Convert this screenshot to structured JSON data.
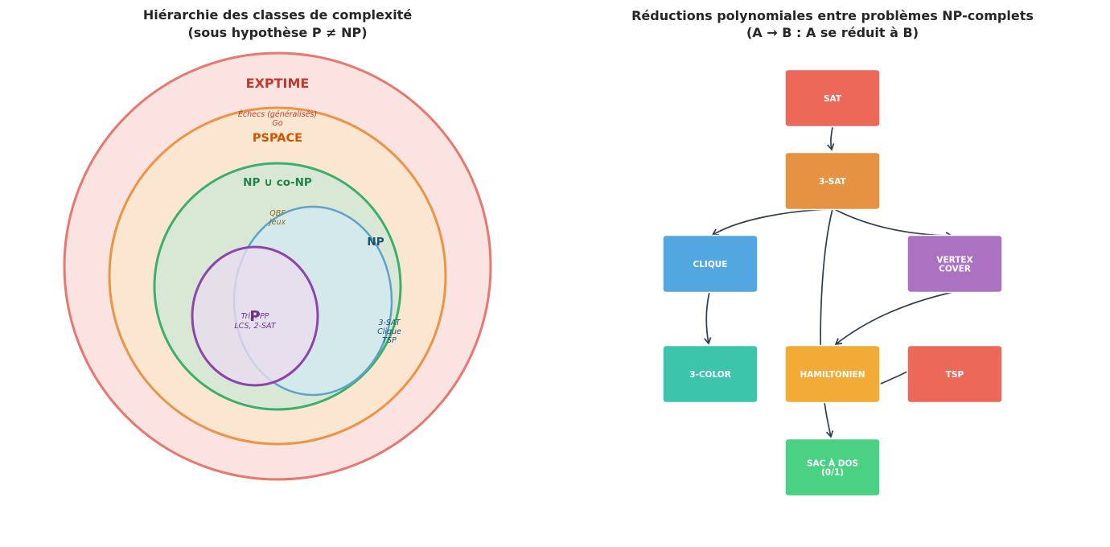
{
  "left": {
    "title_line1": "Hiérarchie des classes de complexité",
    "title_line2": "(sous hypothèse P ≠ NP)",
    "classes": {
      "exptime": {
        "label": "EXPTIME",
        "color": "#c0392b",
        "stroke": "#e8776f",
        "fill": "#fae3e1",
        "examples": [
          "Échecs (généralisés)",
          "Go"
        ]
      },
      "pspace": {
        "label": "PSPACE",
        "color": "#d35400",
        "stroke": "#ec9444",
        "fill": "#fbe6d1",
        "examples": [
          "QBF",
          "Jeux"
        ]
      },
      "np_conp": {
        "label": "NP ∪ co-NP",
        "color": "#1e8449",
        "stroke": "#3cb06a",
        "fill": "#d8e8d4"
      },
      "np": {
        "label": "NP",
        "color": "#1a5276",
        "stroke": "#5da3c9",
        "fill": "#d4e9ee",
        "examples": [
          "3-SAT",
          "Clique",
          "TSP"
        ]
      },
      "p": {
        "label": "P",
        "color": "#6c3483",
        "stroke": "#8e44ad",
        "fill": "#e8dcef",
        "examples": [
          "Tri, PPP",
          "LCS, 2-SAT"
        ]
      }
    }
  },
  "right": {
    "title_line1": "Réductions polynomiales entre problèmes NP-complets",
    "title_line2": "(A → B : A se réduit à B)",
    "nodes": {
      "sat": {
        "label": [
          "SAT"
        ],
        "color": "#ec6859"
      },
      "three_sat": {
        "label": [
          "3-SAT"
        ],
        "color": "#e69243"
      },
      "clique": {
        "label": [
          "CLIQUE"
        ],
        "color": "#52a7e0"
      },
      "vertex_cover": {
        "label": [
          "VERTEX",
          "COVER"
        ],
        "color": "#ab72c2"
      },
      "three_color": {
        "label": [
          "3-COLOR"
        ],
        "color": "#3cc5ab"
      },
      "hamiltonien": {
        "label": [
          "HAMILTONIEN"
        ],
        "color": "#f2ab36"
      },
      "tsp": {
        "label": [
          "TSP"
        ],
        "color": "#ec6859"
      },
      "sac_a_dos": {
        "label": [
          "SAC À DOS",
          "(0/1)"
        ],
        "color": "#4bd183"
      }
    },
    "edges": [
      [
        "sat",
        "three_sat"
      ],
      [
        "three_sat",
        "clique"
      ],
      [
        "three_sat",
        "vertex_cover"
      ],
      [
        "three_sat",
        "sac_a_dos"
      ],
      [
        "clique",
        "three_color"
      ],
      [
        "vertex_cover",
        "hamiltonien"
      ],
      [
        "hamiltonien",
        "tsp"
      ]
    ]
  }
}
